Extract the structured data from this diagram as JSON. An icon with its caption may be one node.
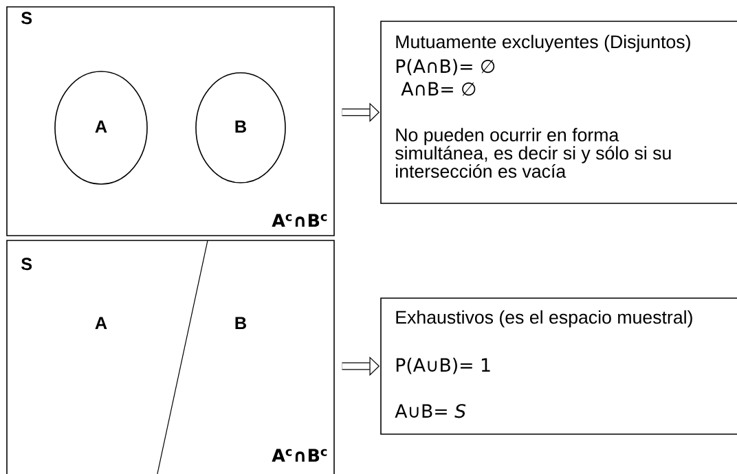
{
  "diagram": {
    "nodes": [
      {
        "text": [
          "S",
          "A$^{c}$∩B$^{c}$"
        ]
      },
      {
        "text": [
          "A"
        ],
        "in": 0
      },
      {
        "text": [
          "B"
        ],
        "in": 0
      },
      {
        "text": [
          "Mutuamente excluyentes (Disjuntos)",
          "P(A∩B)= ∅",
          "A∩B= ∅",
          "No pueden ocurrir en forma simultánea, es decir si y sólo si su intersección es vacía"
        ]
      },
      {
        "text": [
          "S",
          "A",
          "B",
          "A$^{c}$∩B$^{c}$"
        ]
      },
      {
        "text": [
          "Exhaustivos (es el espacio muestral)",
          "P(A∪B)= 1",
          "A∪B= *S*"
        ]
      }
    ],
    "edges": [
      {
        "from": 0,
        "to": 3,
        "arrow": "to"
      },
      {
        "from": 4,
        "to": 5,
        "arrow": "to"
      }
    ]
  }
}
